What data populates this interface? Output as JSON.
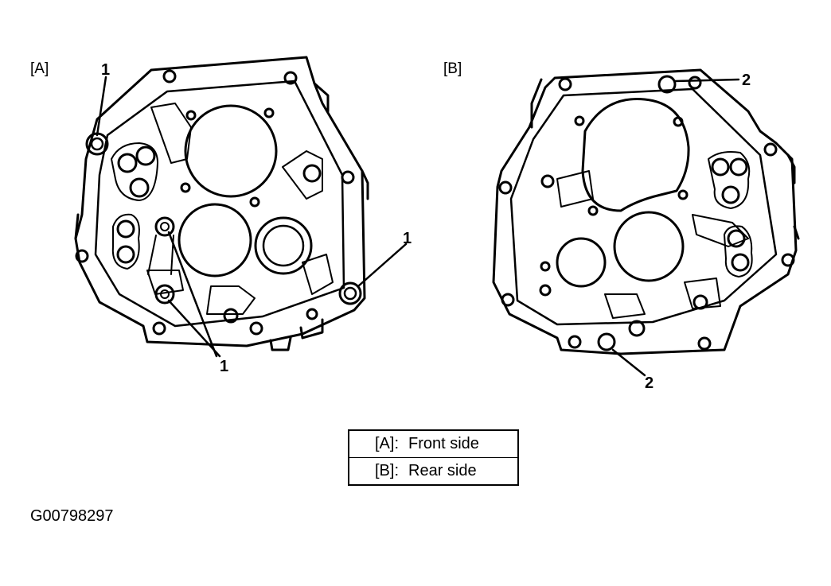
{
  "views": {
    "front": {
      "label": "[A]"
    },
    "rear": {
      "label": "[B]"
    }
  },
  "callouts": {
    "front_top_left": "1",
    "front_right": "1",
    "front_center": "1",
    "rear_top": "2",
    "rear_bottom": "2"
  },
  "legend": [
    {
      "key": "[A]:",
      "desc": "Front side"
    },
    {
      "key": "[B]:",
      "desc": "Rear side"
    }
  ],
  "figure_id": "G00798297",
  "colors": {
    "ink": "#000000",
    "paper": "#ffffff"
  }
}
